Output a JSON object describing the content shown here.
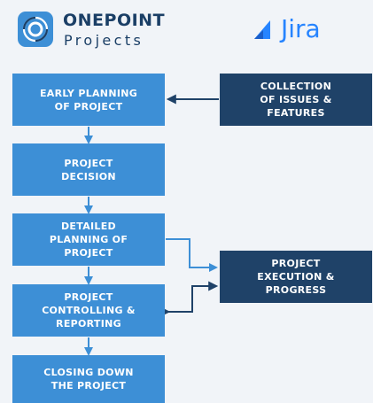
{
  "logos": {
    "onepoint": {
      "name": "ONEPOINT",
      "sub": "Projects"
    },
    "jira": {
      "name": "Jira"
    }
  },
  "boxes": {
    "early_planning": "EARLY PLANNING\nOF PROJECT",
    "project_decision": "PROJECT\nDECISION",
    "detailed_planning": "DETAILED\nPLANNING OF\nPROJECT",
    "project_controlling": "PROJECT\nCONTROLLING &\nREPORTING",
    "closing_down": "CLOSING DOWN\nTHE PROJECT",
    "collection": "COLLECTION\nOF ISSUES &\nFEATURES",
    "execution": "PROJECT\nEXECUTION &\nPROGRESS"
  },
  "colors": {
    "background": "#f1f4f8",
    "onepoint_box": "#3d8fd6",
    "jira_box": "#1f4268",
    "arrow_light": "#3d8fd6",
    "arrow_dark": "#1f4268",
    "jira_brand": "#2684ff"
  }
}
